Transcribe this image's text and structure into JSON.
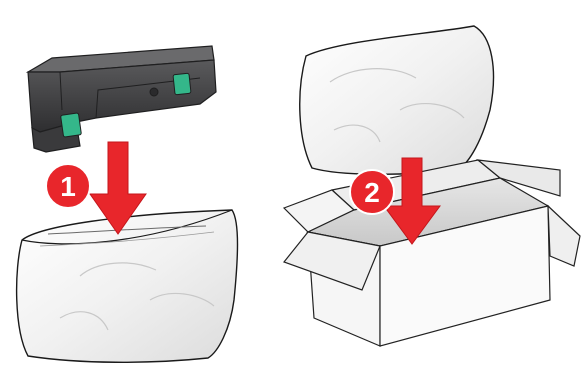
{
  "steps": [
    {
      "number": "1",
      "icon": "step-badge"
    },
    {
      "number": "2",
      "icon": "step-badge"
    }
  ],
  "colors": {
    "arrow": "#e8262b",
    "badge": "#e8262b",
    "unit_body": "#3d3d3f",
    "unit_latch": "#34b78a",
    "bag_outline": "#1a1a1a",
    "box_outline": "#222222"
  },
  "icons": [
    "imaging-unit-icon",
    "plastic-bag-icon",
    "down-arrow-icon",
    "shipping-box-icon"
  ]
}
